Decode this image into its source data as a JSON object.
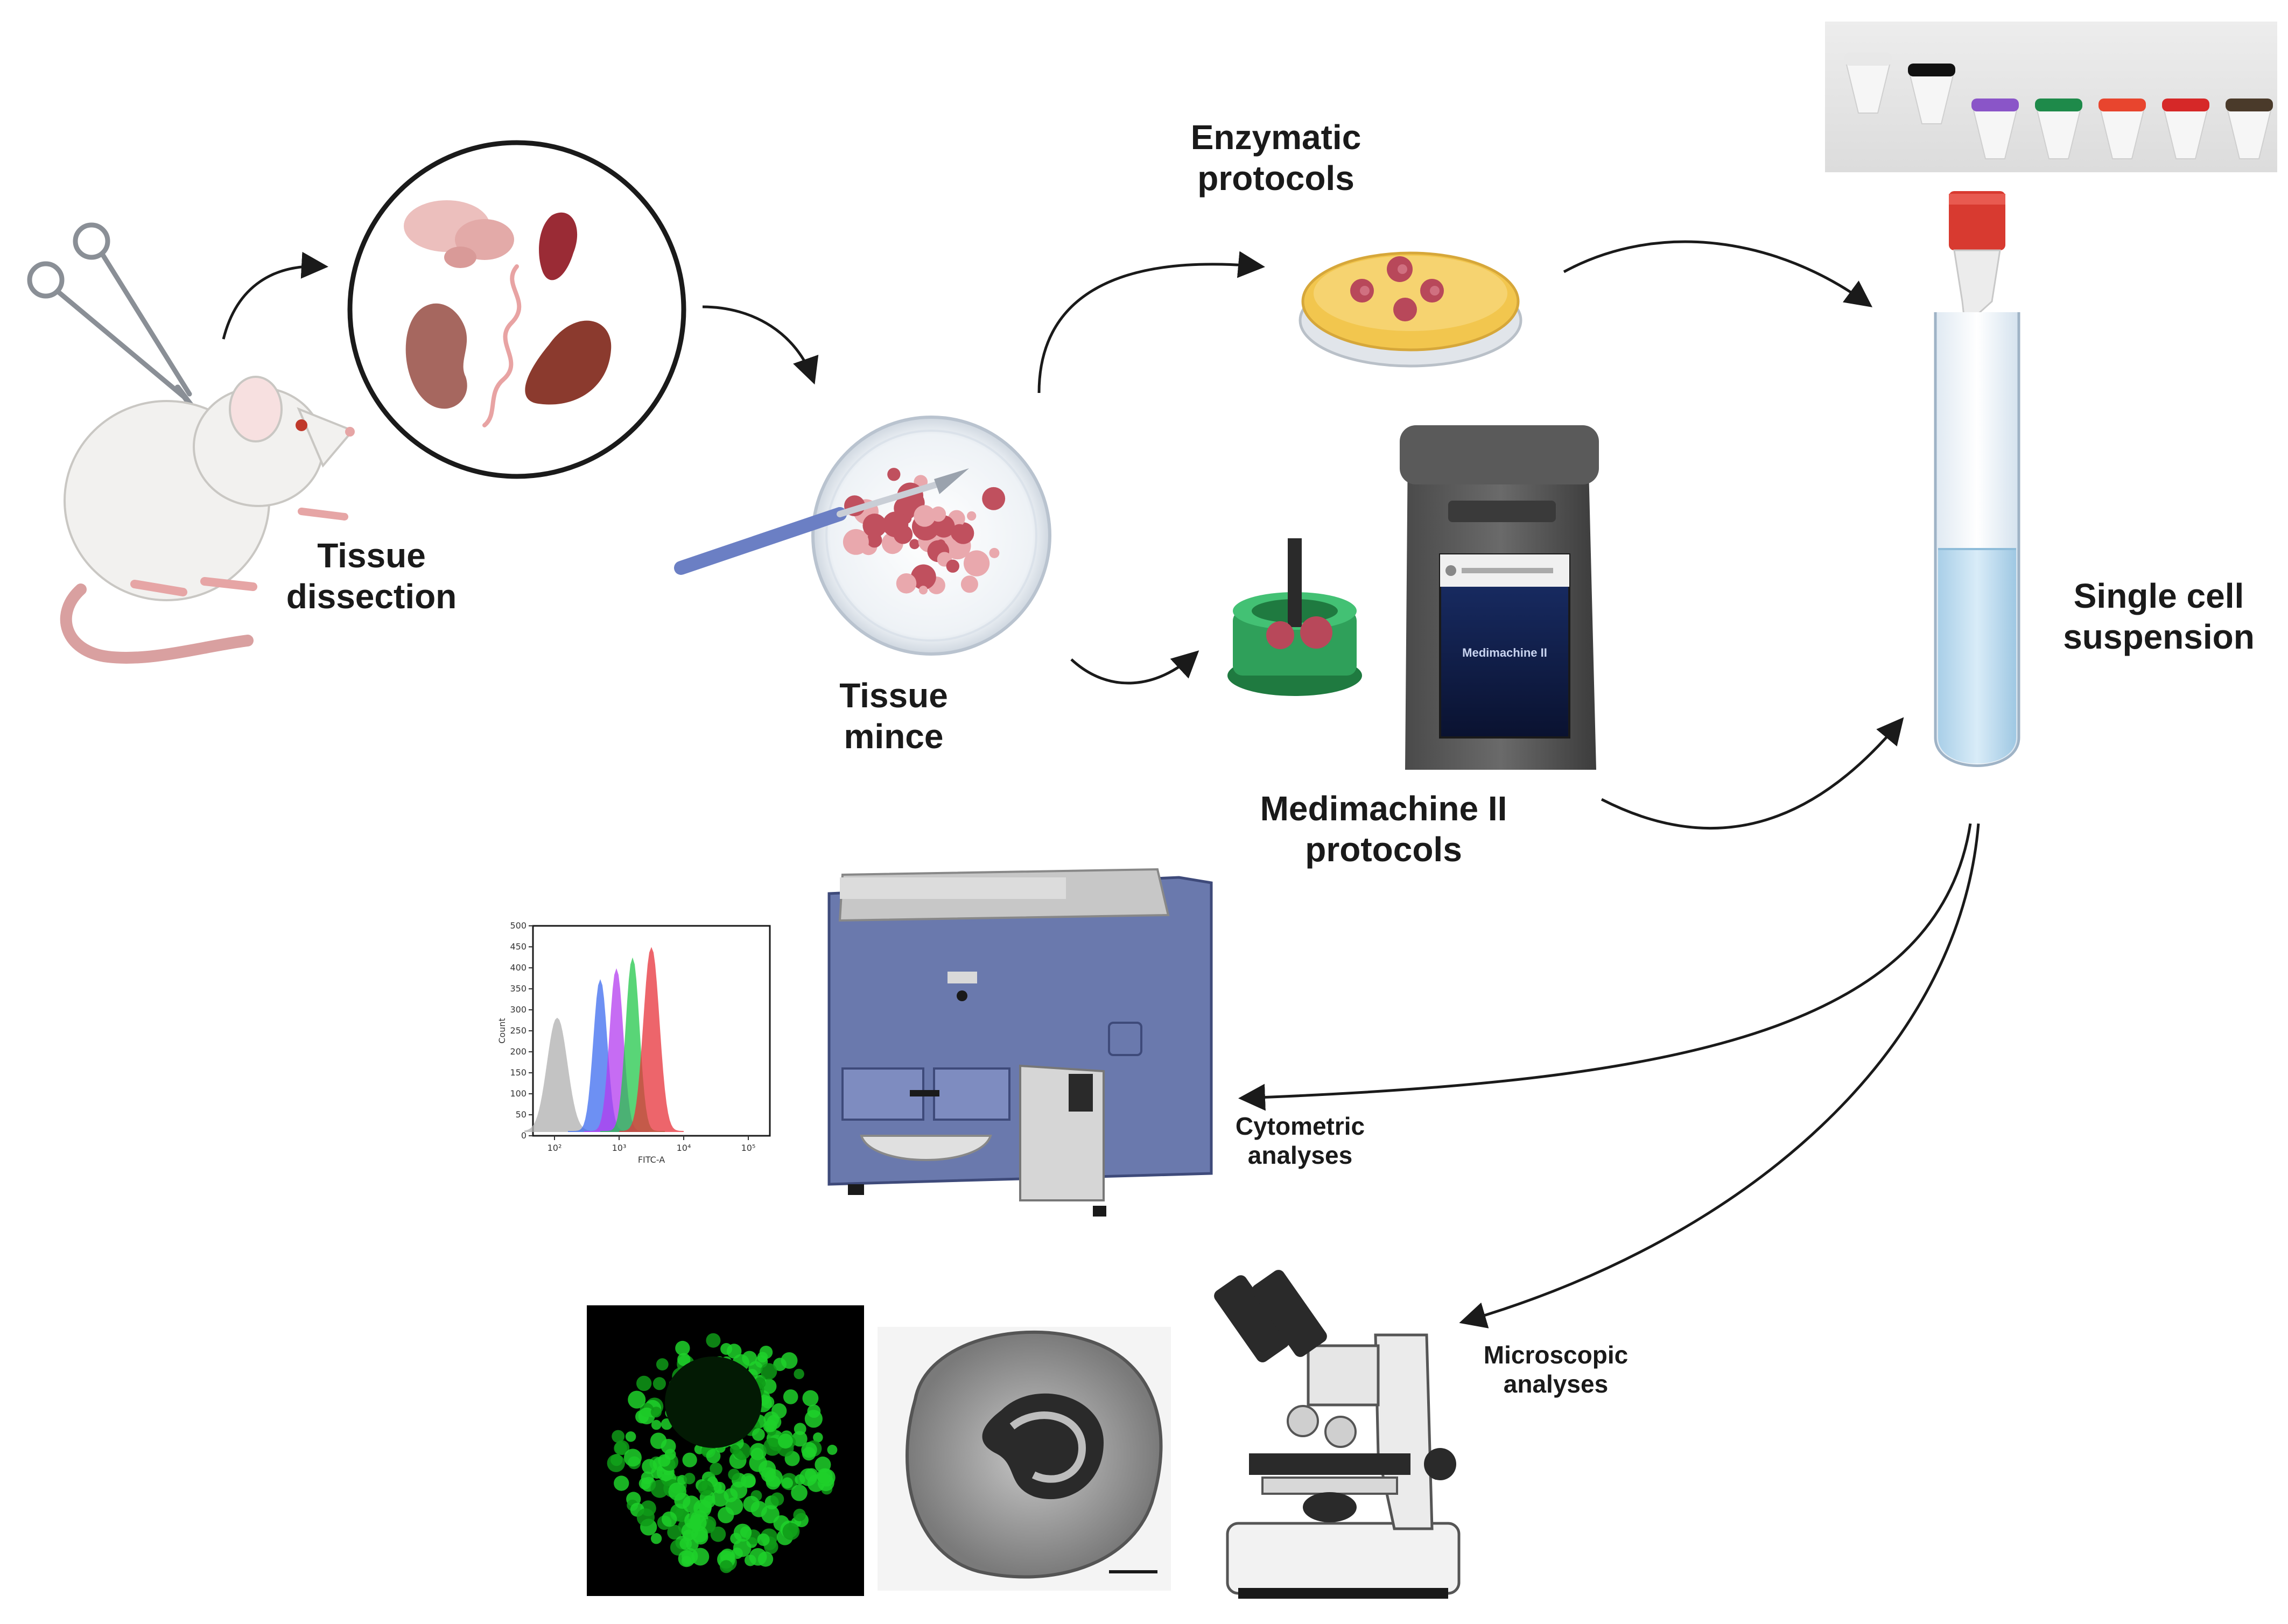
{
  "labels": {
    "tissue_dissection": [
      "Tissue",
      "dissection"
    ],
    "enzymatic_protocols": [
      "Enzymatic",
      "protocols"
    ],
    "tissue_mince": [
      "Tissue",
      "mince"
    ],
    "single_cell_suspension": [
      "Single cell",
      "suspension"
    ],
    "medimachine_protocols": [
      "Medimachine II",
      "protocols"
    ],
    "cytometric_analyses": [
      "Cytometric",
      "analyses"
    ],
    "microscopic_analyses": [
      "Microscopic",
      "analyses"
    ]
  },
  "device": {
    "screen_text": "Medimachine II"
  },
  "histogram": {
    "xlabel": "FITC-A",
    "ylabel": "Count",
    "x_ticks": [
      "10²",
      "10³",
      "10⁴",
      "10⁵"
    ],
    "y_ticks": [
      "0",
      "50",
      "100",
      "150",
      "200",
      "250",
      "300",
      "350",
      "400",
      "450",
      "500"
    ],
    "series_colors": [
      "#b0b0b0",
      "#3d6cf0",
      "#b43bf0",
      "#22c84a",
      "#e8323a"
    ]
  },
  "tube_cap_colors": [
    "#e8e8e8",
    "#111111",
    "#8a55c8",
    "#1e8a4a",
    "#e8452e",
    "#d62828",
    "#4a3a2a"
  ],
  "colors": {
    "arrow": "#1a1a1a",
    "petri_medium": "#f2c64e",
    "tissue": "#b8485a",
    "cytometer": "#6a79ad",
    "tube_liquid": "#c9e2f3",
    "tube_cap": "#d83a30",
    "medicon": "#2fa05a",
    "fluorescence": "#1fd12a"
  }
}
